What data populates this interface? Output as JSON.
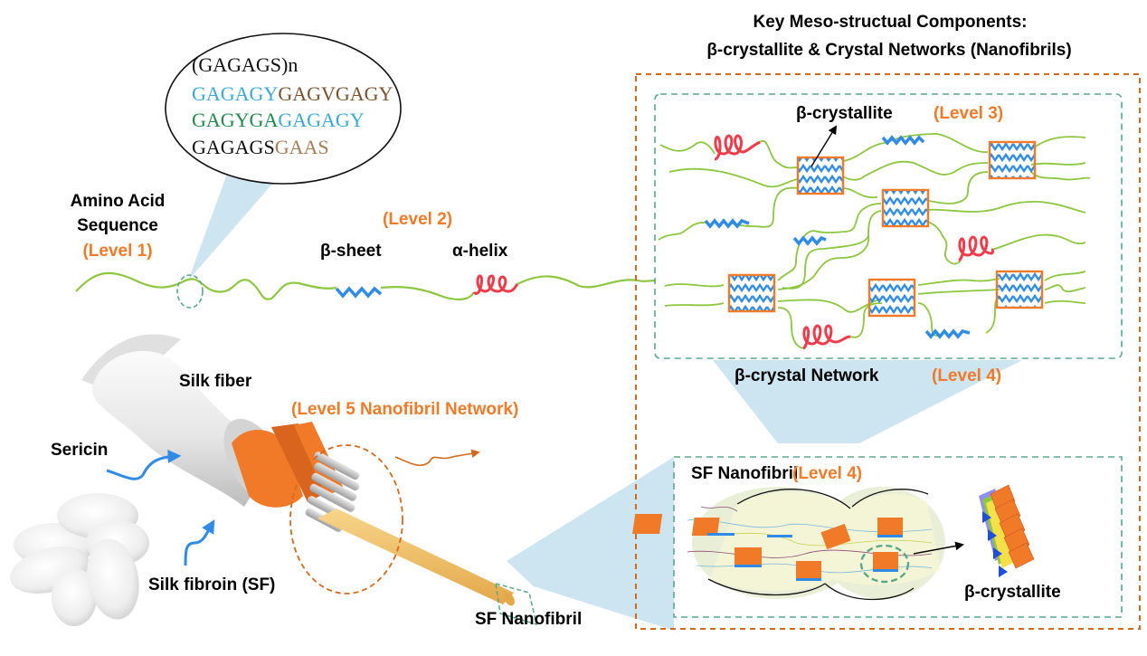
{
  "title": {
    "line1": "Key Meso-structual Components:",
    "line2": "β-crystallite & Crystal Networks (Nanofibrils)"
  },
  "colors": {
    "orange_text": "#f07a28",
    "chain_green": "#8dc63f",
    "sheet_blue": "#2f8be6",
    "helix_red": "#ef3b4a",
    "frame_orange": "#d2691e",
    "frame_teal": "#5aa88a",
    "zoom_fill": "#cde4f1",
    "seq_cyan": "#3aa8dc",
    "seq_brown": "#7a5230",
    "seq_green": "#1e8a4a",
    "seq_tan": "#a87c55",
    "seq_black": "#111111"
  },
  "sequence_bubble": {
    "lines": [
      [
        {
          "text": "(GAGAGS)n",
          "color": "seq_black"
        }
      ],
      [
        {
          "text": "GAGAGY",
          "color": "seq_cyan"
        },
        {
          "text": "GAGVGAGY",
          "color": "seq_brown"
        }
      ],
      [
        {
          "text": "GAGYGA",
          "color": "seq_green"
        },
        {
          "text": "GAGAGY",
          "color": "seq_cyan"
        }
      ],
      [
        {
          "text": "GAGAGS",
          "color": "seq_black"
        },
        {
          "text": "GAAS",
          "color": "seq_tan"
        }
      ]
    ]
  },
  "level1": {
    "name_line1": "Amino Acid",
    "name_line2": "Sequence",
    "level": "(Level 1)"
  },
  "level2": {
    "level": "(Level 2)",
    "beta_sheet": "β-sheet",
    "alpha_helix": "α-helix"
  },
  "level3": {
    "name": "β-crystallite",
    "level": "(Level 3)"
  },
  "network": {
    "name": "β-crystal Network",
    "level": "(Level 4)"
  },
  "nanofibril_panel": {
    "name": "SF Nanofibril",
    "level": "(Level 4)",
    "crystallite_label": "β-crystallite"
  },
  "fiber": {
    "silk_fiber": "Silk fiber",
    "level5": "(Level 5 Nanofibril Network)",
    "sericin": "Sericin",
    "silk_fibroin": "Silk fibroin (SF)",
    "sf_nanofibril": "SF Nanofibril"
  }
}
